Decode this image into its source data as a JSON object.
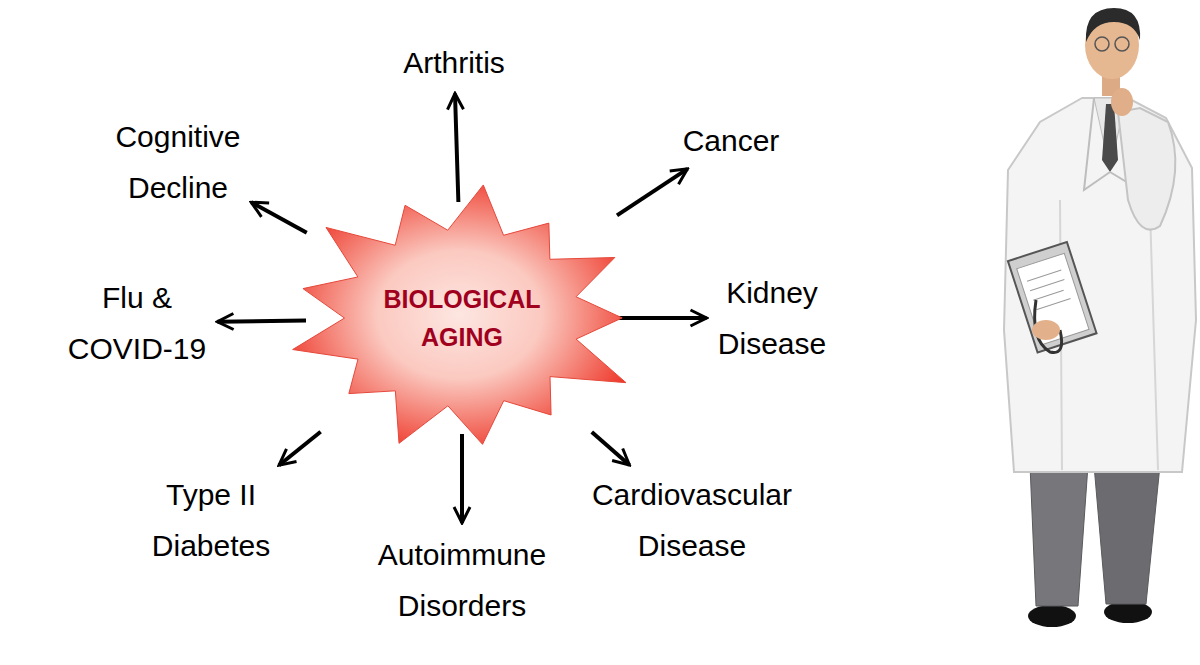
{
  "diagram": {
    "nodes": [
      {
        "text": [
          "Arthritis"
        ]
      },
      {
        "text": [
          "Cancer"
        ]
      },
      {
        "text": [
          "Cognitive Decline"
        ]
      },
      {
        "text": [
          "Flu & COVID-19"
        ]
      },
      {
        "text": [
          "BIOLOGICAL AGING"
        ]
      },
      {
        "text": [
          "Kidney Disease"
        ]
      },
      {
        "text": [
          "Type II Diabetes"
        ]
      },
      {
        "text": [
          "Cardiovascular Disease"
        ]
      },
      {
        "text": [
          "Autoimmune Disorders"
        ]
      }
    ],
    "edges": [
      {
        "from": 4,
        "to": 0,
        "arrow": "to"
      },
      {
        "from": 4,
        "to": 1,
        "arrow": "to"
      },
      {
        "from": 4,
        "to": 2,
        "arrow": "to"
      },
      {
        "from": 4,
        "to": 3,
        "arrow": "to"
      },
      {
        "from": 4,
        "to": 5,
        "arrow": "to"
      },
      {
        "from": 4,
        "to": 6,
        "arrow": "to"
      },
      {
        "from": 4,
        "to": 7,
        "arrow": "to"
      },
      {
        "from": 4,
        "to": 8,
        "arrow": "to"
      }
    ]
  }
}
